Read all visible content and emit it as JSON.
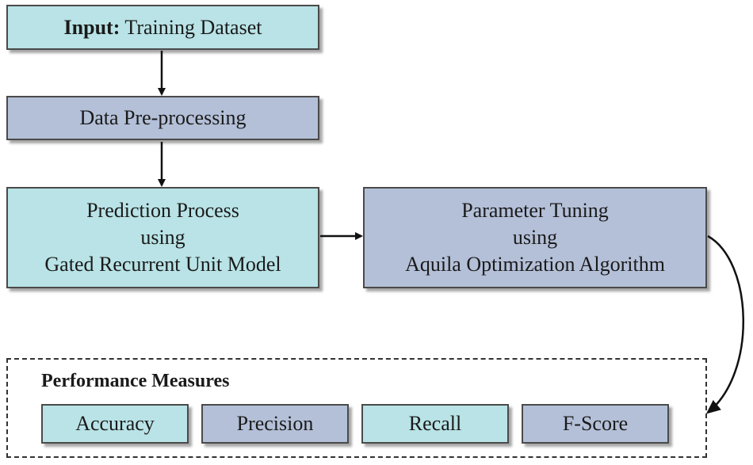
{
  "flow": {
    "input": {
      "prefix": "Input:",
      "text": "Training Dataset"
    },
    "preprocessing": "Data Pre-processing",
    "prediction": [
      "Prediction Process",
      "using",
      "Gated Recurrent Unit Model"
    ],
    "tuning": [
      "Parameter Tuning",
      "using",
      "Aquila Optimization Algorithm"
    ]
  },
  "performance": {
    "title": "Performance Measures",
    "metrics": [
      "Accuracy",
      "Precision",
      "Recall",
      "F-Score"
    ]
  },
  "colors": {
    "cyan_box": "#b9e3e6",
    "slate_box": "#b4c0d8",
    "border": "#4a4a4a"
  }
}
